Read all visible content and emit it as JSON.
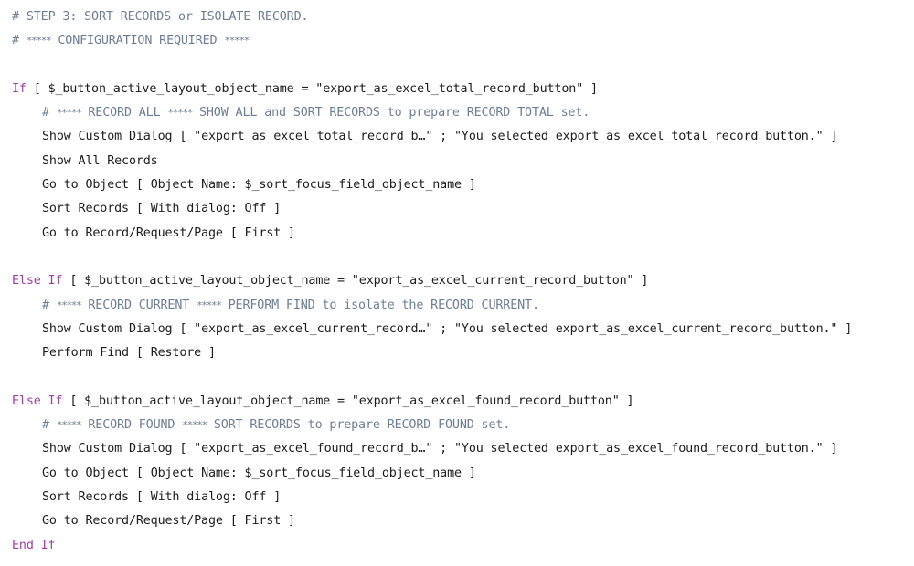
{
  "script": {
    "header_comments": [
      {
        "hash": "#",
        "text": "STEP 3: SORT RECORDS or ISOLATE RECORD."
      },
      {
        "hash": "#",
        "stars_left": "*****",
        "text": "CONFIGURATION REQUIRED",
        "stars_right": "*****"
      }
    ],
    "branches": [
      {
        "keyword": "If",
        "condition": "[ $_button_active_layout_object_name = \"export_as_excel_total_record_button\" ]",
        "comment": {
          "hash": "#",
          "stars_left": "*****",
          "label": "RECORD ALL",
          "stars_right": "*****",
          "text": "SHOW ALL and SORT RECORDS to prepare RECORD TOTAL set."
        },
        "steps": [
          {
            "name": "Show Custom Dialog",
            "params": "[ \"export_as_excel_total_record_b…\" ; \"You selected export_as_excel_total_record_button.\" ]"
          },
          {
            "name": "Show All Records",
            "params": ""
          },
          {
            "name": "Go to Object",
            "params": "[ Object Name: $_sort_focus_field_object_name ]"
          },
          {
            "name": "Sort Records",
            "params": "[ With dialog: Off ]"
          },
          {
            "name": "Go to Record/Request/Page",
            "params": "[ First ]"
          }
        ]
      },
      {
        "keyword": "Else If",
        "condition": "[ $_button_active_layout_object_name = \"export_as_excel_current_record_button\" ]",
        "comment": {
          "hash": "#",
          "stars_left": "*****",
          "label": "RECORD CURRENT",
          "stars_right": "*****",
          "text": "PERFORM FIND to isolate the RECORD CURRENT."
        },
        "steps": [
          {
            "name": "Show Custom Dialog",
            "params": "[ \"export_as_excel_current_record…\" ; \"You selected export_as_excel_current_record_button.\" ]"
          },
          {
            "name": "Perform Find",
            "params": "[ Restore ]"
          }
        ]
      },
      {
        "keyword": "Else If",
        "condition": "[ $_button_active_layout_object_name = \"export_as_excel_found_record_button\" ]",
        "comment": {
          "hash": "#",
          "stars_left": "*****",
          "label": "RECORD FOUND",
          "stars_right": "*****",
          "text": "SORT RECORDS to prepare RECORD FOUND set."
        },
        "steps": [
          {
            "name": "Show Custom Dialog",
            "params": "[ \"export_as_excel_found_record_b…\" ; \"You selected export_as_excel_found_record_button.\" ]"
          },
          {
            "name": "Go to Object",
            "params": "[ Object Name: $_sort_focus_field_object_name ]"
          },
          {
            "name": "Sort Records",
            "params": "[ With dialog: Off ]"
          },
          {
            "name": "Go to Record/Request/Page",
            "params": "[ First ]"
          }
        ]
      }
    ],
    "end_keyword": "End If"
  },
  "colors": {
    "comment": "#6e7f95",
    "keyword": "#a13ea6",
    "text": "#1d1d1f",
    "background": "#ffffff"
  }
}
